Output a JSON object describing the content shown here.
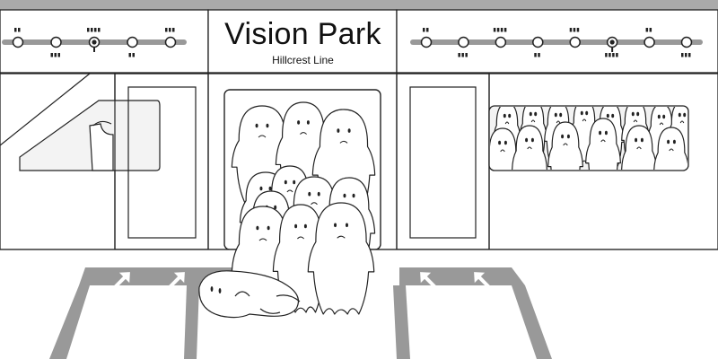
{
  "station": {
    "name": "Vision Park",
    "line": "Hillcrest Line"
  },
  "colors": {
    "band": "#aaaaaa",
    "line_track": "#999999",
    "platform_edge": "#aaaaaa",
    "floor_marking": "#999999",
    "outline": "#222222",
    "ghost_fill": "#ffffff",
    "window_tint": "#f3f3f3"
  },
  "route_maps": [
    {
      "side": "left",
      "stop_count": 5,
      "current_stop_index": 2
    },
    {
      "side": "right",
      "stop_count": 8,
      "current_stop_index": 5
    }
  ],
  "floor_arrows": {
    "direction": "toward-train",
    "count": 4
  },
  "passengers": {
    "in_doorway": 10,
    "fallen": 1
  },
  "icons": [
    "route-map-left-icon",
    "route-map-right-icon",
    "floor-arrow-icon"
  ]
}
